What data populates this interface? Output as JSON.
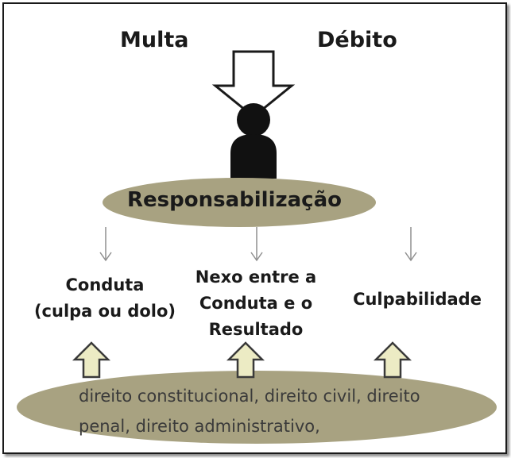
{
  "top": {
    "left_label": "Multa",
    "right_label": "Débito"
  },
  "center_label": "Responsabilização",
  "columns": [
    {
      "lines": [
        "Conduta",
        "(culpa ou dolo)"
      ]
    },
    {
      "lines": [
        "Nexo entre a",
        "Conduta  e o",
        "Resultado"
      ]
    },
    {
      "lines": [
        "Culpabilidade"
      ]
    }
  ],
  "bottom": {
    "line1": "direito constitucional, direito civil, direito",
    "line2": "penal, direito administrativo,"
  },
  "colors": {
    "ellipse_fill": "#a8a281",
    "up_arrow_fill": "#ecebc4",
    "thin_arrow": "#8f8f8f",
    "outline": "#1a1a1a"
  },
  "icons": {
    "big_arrow": "down-arrow-outline-icon",
    "person": "person-icon",
    "thin_arrows": "thin-down-arrow-icon",
    "up_arrows": "up-arrow-outline-icon"
  }
}
